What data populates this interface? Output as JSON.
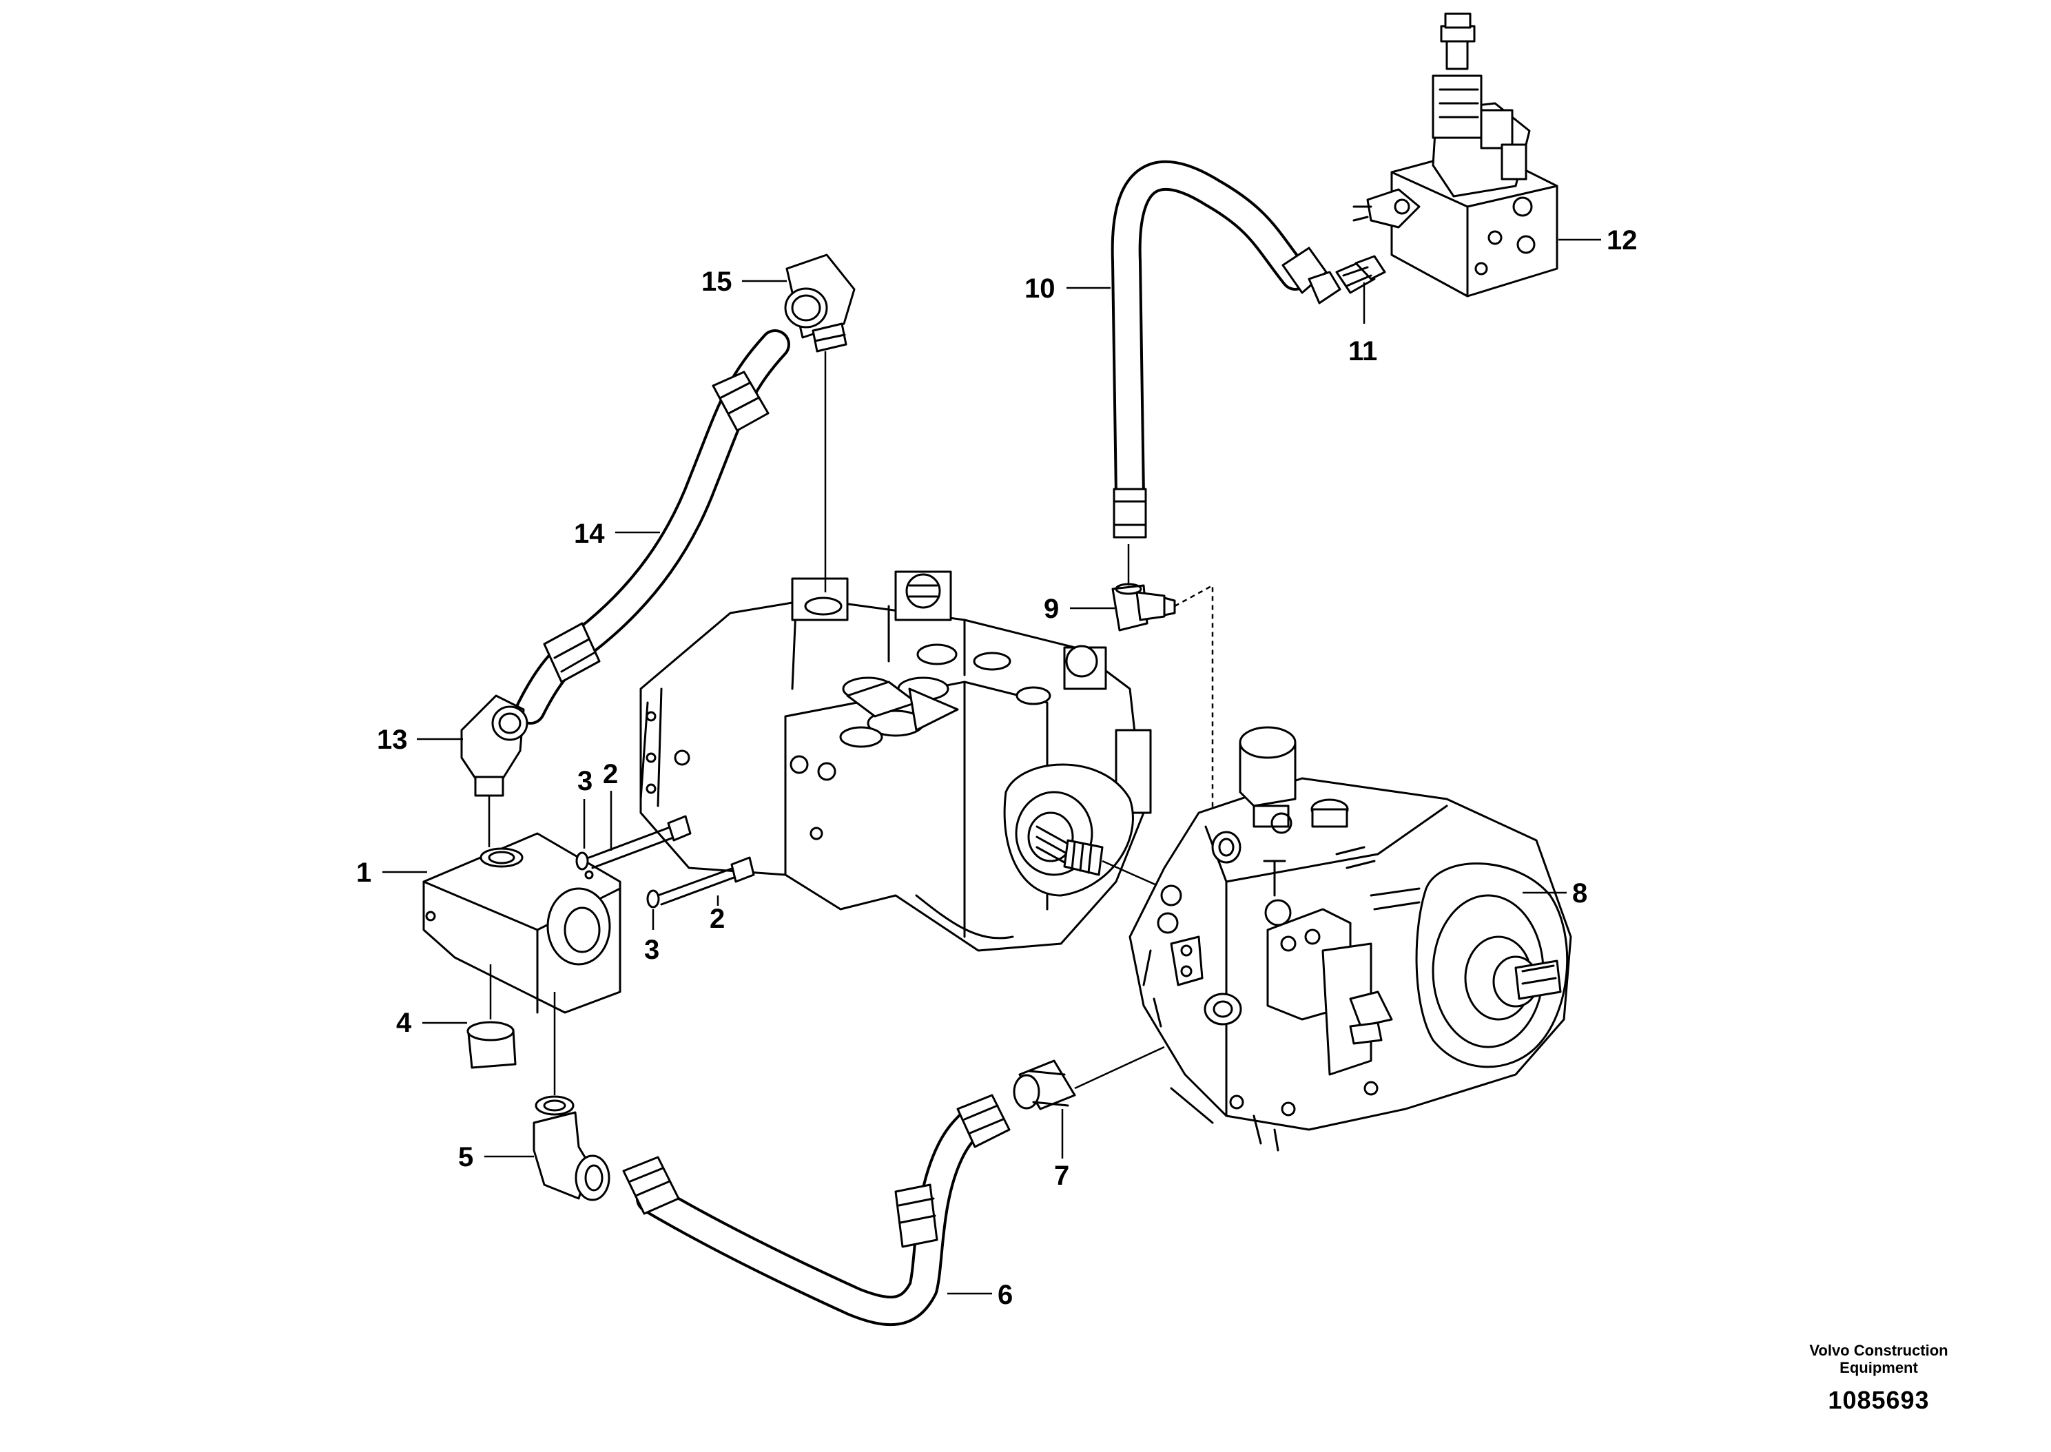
{
  "callouts": [
    "1",
    "2",
    "3",
    "4",
    "5",
    "6",
    "7",
    "8",
    "9",
    "10",
    "11",
    "12",
    "13",
    "14",
    "15"
  ],
  "footer": {
    "brand_line1": "Volvo Construction",
    "brand_line2": "Equipment",
    "document_number": "1085693"
  }
}
